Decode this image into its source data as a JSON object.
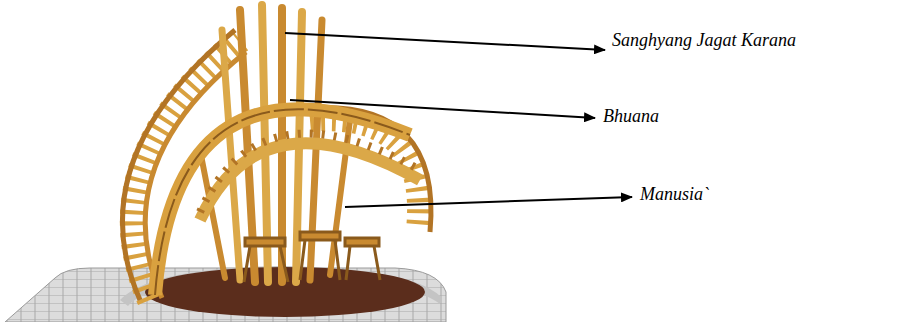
{
  "diagram": {
    "labels": [
      "Sanghyang Jagat Karana",
      "Bhuana",
      "Manusia`"
    ]
  }
}
